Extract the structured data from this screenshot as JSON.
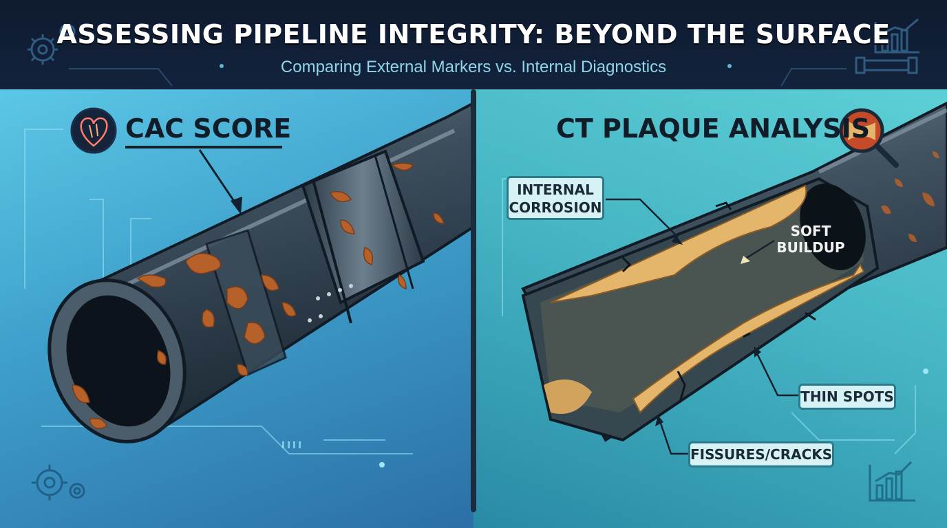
{
  "header": {
    "title": "ASSESSING PIPELINE INTEGRITY: BEYOND THE SURFACE",
    "subtitle": "Comparing External Markers vs. Internal Diagnostics"
  },
  "left_panel": {
    "title": "CAC SCORE",
    "icon": "heart-icon"
  },
  "right_panel": {
    "title": "CT PLAQUE ANALYSIS",
    "icon": "magnifier-icon",
    "labels": {
      "internal_corrosion_line1": "INTERNAL",
      "internal_corrosion_line2": "CORROSION",
      "soft_buildup_line1": "SOFT",
      "soft_buildup_line2": "BUILDUP",
      "thin_spots": "THIN SPOTS",
      "fissures": "FISSURES/CRACKS"
    }
  },
  "colors": {
    "header_bg": "#0e1a2f",
    "title": "#ffffff",
    "subtitle": "#8fd6ea",
    "rust": "#c0642a",
    "pipe": "#3c4d5c",
    "plaque": "#e0b46a"
  }
}
